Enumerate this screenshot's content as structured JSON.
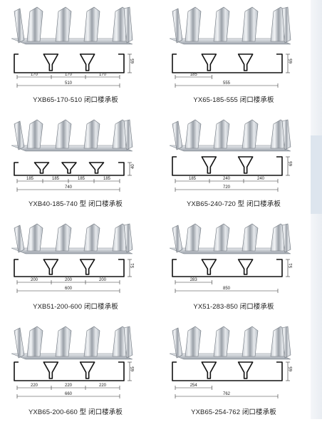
{
  "products": [
    {
      "caption": "YXB65-170-510 闭口楼承板",
      "segments": [
        "170",
        "170",
        "170"
      ],
      "total": "510",
      "height": "65"
    },
    {
      "caption": "YX65-185-555 闭口楼承板",
      "segments": [
        "185"
      ],
      "total": "555",
      "height": "65"
    },
    {
      "caption": "YXB40-185-740 型 闭口楼承板",
      "segments": [
        "185",
        "185",
        "185",
        "185"
      ],
      "total": "740",
      "height": "40"
    },
    {
      "caption": "YXB65-240-720 型 闭口楼承板",
      "segments": [
        "185",
        "240",
        "240"
      ],
      "total": "720",
      "height": "65"
    },
    {
      "caption": "YXB51-200-600 闭口楼承板",
      "segments": [
        "200",
        "200",
        "200"
      ],
      "total": "600",
      "height": "51"
    },
    {
      "caption": "YX51-283-850 闭口楼承板",
      "segments": [
        "283"
      ],
      "total": "850",
      "height": "51"
    },
    {
      "caption": "YXB65-200-660 型 闭口楼承板",
      "segments": [
        "220",
        "220",
        "220"
      ],
      "total": "660",
      "height": "65"
    },
    {
      "caption": "YXB65-254-762 闭口楼承板",
      "segments": [
        "254"
      ],
      "total": "762",
      "height": "65"
    }
  ]
}
